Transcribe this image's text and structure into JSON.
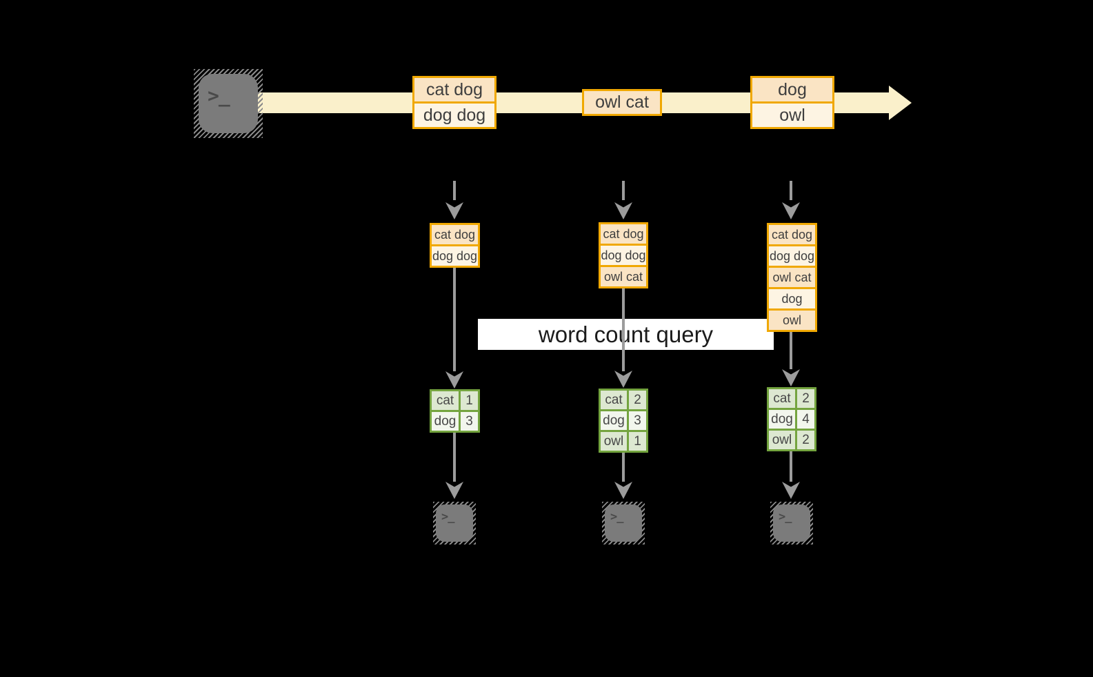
{
  "diagram": {
    "query_label": "word count query",
    "terminal_glyph": ">_",
    "timeline_batches": [
      {
        "rows": [
          "cat dog",
          "dog dog"
        ]
      },
      {
        "rows": [
          "owl cat"
        ]
      },
      {
        "rows": [
          "dog",
          "owl"
        ]
      }
    ],
    "columns": [
      {
        "input_rows": [
          "cat dog",
          "dog dog"
        ],
        "result_rows": [
          {
            "word": "cat",
            "count": "1"
          },
          {
            "word": "dog",
            "count": "3"
          }
        ]
      },
      {
        "input_rows": [
          "cat dog",
          "dog dog",
          "owl cat"
        ],
        "result_rows": [
          {
            "word": "cat",
            "count": "2"
          },
          {
            "word": "dog",
            "count": "3"
          },
          {
            "word": "owl",
            "count": "1"
          }
        ]
      },
      {
        "input_rows": [
          "cat dog",
          "dog dog",
          "owl cat",
          "dog",
          "owl"
        ],
        "result_rows": [
          {
            "word": "cat",
            "count": "2"
          },
          {
            "word": "dog",
            "count": "4"
          },
          {
            "word": "owl",
            "count": "2"
          }
        ]
      }
    ],
    "colors": {
      "background": "#000000",
      "stream_band": "#FAF0CB",
      "batch_border": "#F0A802",
      "batch_fill_dark": "#FAE4C4",
      "batch_fill_light": "#FDF4E3",
      "table_border": "#74A43F",
      "table_fill_dark": "#DDE8D1",
      "table_fill_light": "#F2F6ED",
      "arrow_gray": "#9C9C9C",
      "terminal_gray": "#7B7B7B",
      "label_bg": "#FFFFFF",
      "label_text": "#1B1B1B"
    }
  }
}
